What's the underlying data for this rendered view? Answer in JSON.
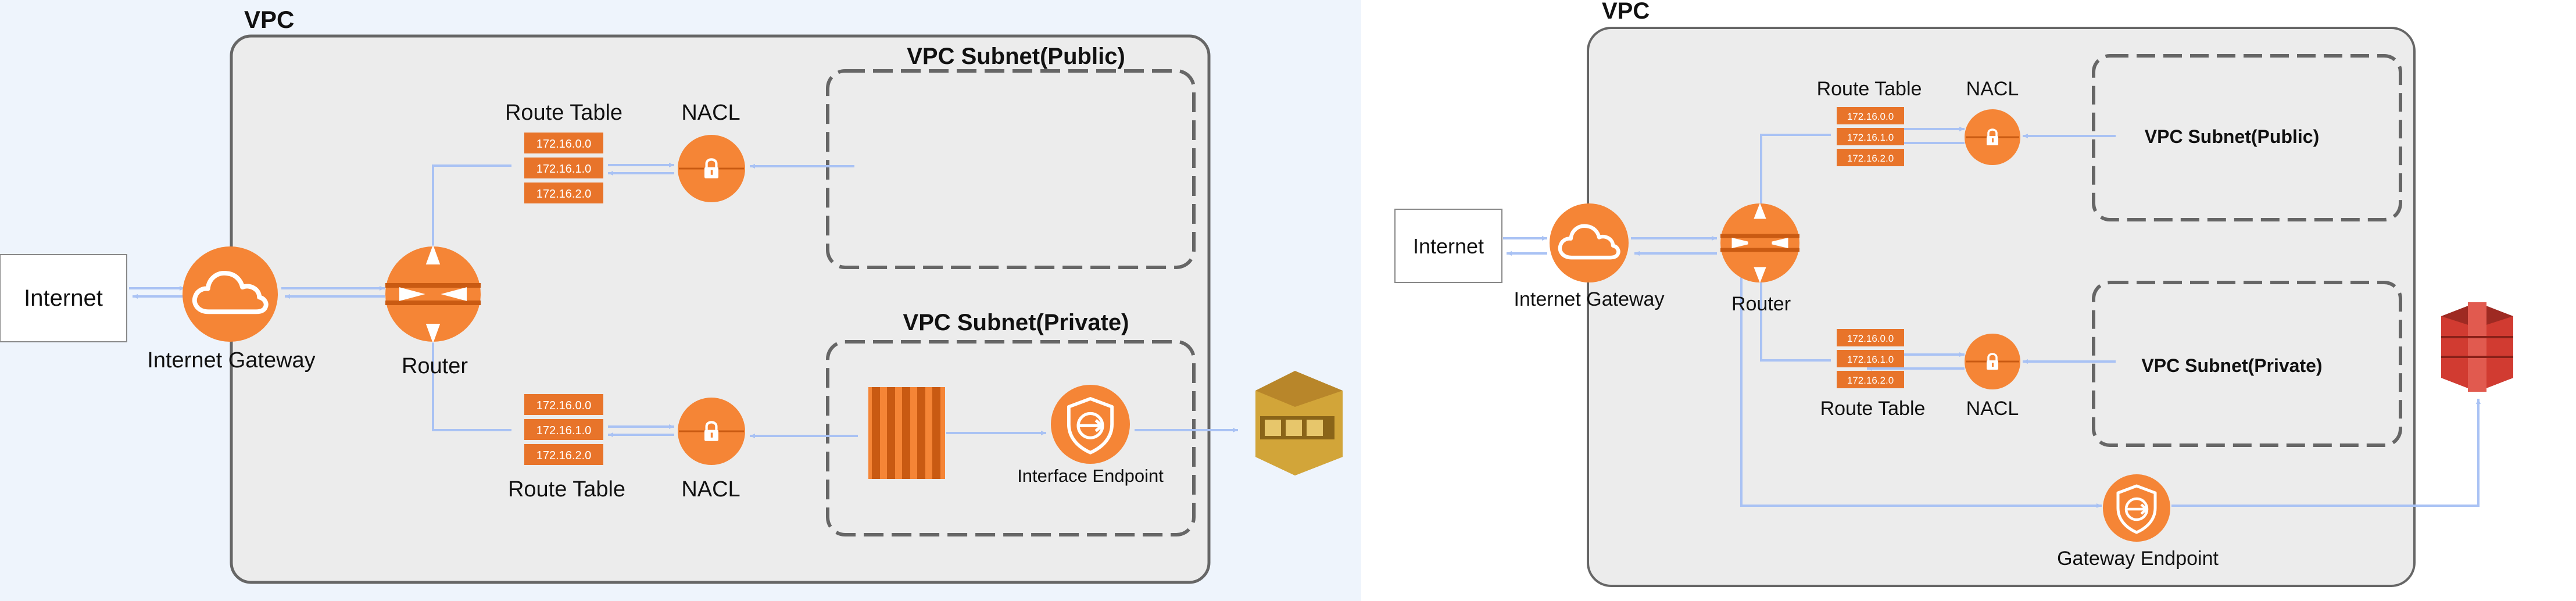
{
  "colors": {
    "panel_bg": "#eef4fc",
    "vpc_fill": "#ececec",
    "vpc_stroke": "#666666",
    "subnet_stroke": "#666666",
    "aws_orange": "#f58536",
    "orange_dark": "#c95a12",
    "arrow": "#a9c2f4",
    "s3_red": "#d13b31",
    "sqs_gold": "#d2a539",
    "text": "#111111"
  },
  "diagram_left": {
    "vpc_label": "VPC",
    "internet_label": "Internet",
    "igw_label": "Internet Gateway",
    "router_label": "Router",
    "public_subnet_label": "VPC Subnet(Public)",
    "private_subnet_label": "VPC Subnet(Private)",
    "top_route_table_label": "Route Table",
    "bottom_route_table_label": "Route Table",
    "top_nacl_label": "NACL",
    "bottom_nacl_label": "NACL",
    "interface_endpoint_label": "Interface Endpoint",
    "routes": [
      "172.16.0.0",
      "172.16.1.0",
      "172.16.2.0"
    ],
    "icons": [
      "cloud-icon",
      "router-icon",
      "lock-icon",
      "ec2-icon",
      "endpoint-icon",
      "sqs-icon"
    ]
  },
  "diagram_right": {
    "vpc_label": "VPC",
    "internet_label": "Internet",
    "igw_label": "Internet Gateway",
    "router_label": "Router",
    "public_subnet_label": "VPC Subnet(Public)",
    "private_subnet_label": "VPC Subnet(Private)",
    "top_route_table_label": "Route Table",
    "bottom_route_table_label": "Route Table",
    "top_nacl_label": "NACL",
    "bottom_nacl_label": "NACL",
    "gateway_endpoint_label": "Gateway Endpoint",
    "routes": [
      "172.16.0.0",
      "172.16.1.0",
      "172.16.2.0"
    ],
    "icons": [
      "cloud-icon",
      "router-icon",
      "lock-icon",
      "endpoint-icon",
      "s3-icon"
    ]
  }
}
